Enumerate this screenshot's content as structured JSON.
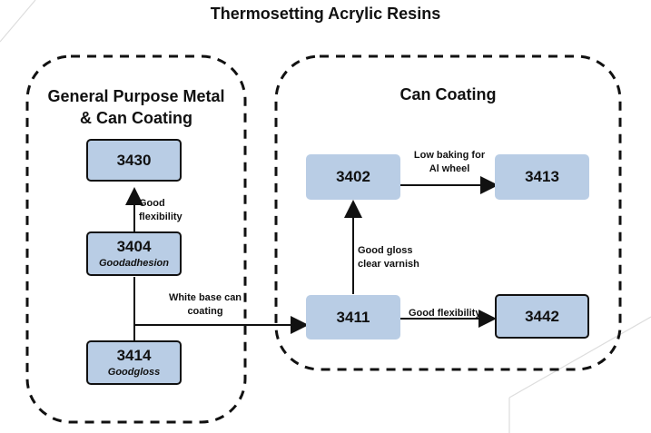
{
  "title": "Thermosetting Acrylic Resins",
  "groups": [
    {
      "title_line1": "General Purpose Metal",
      "title_line2": "& Can Coating"
    },
    {
      "title_line1": "Can Coating"
    }
  ],
  "nodes": {
    "n3430": {
      "id": "3430"
    },
    "n3404": {
      "id": "3404",
      "sub": "Goodadhesion"
    },
    "n3414": {
      "id": "3414",
      "sub": "Goodgloss"
    },
    "n3402": {
      "id": "3402"
    },
    "n3413": {
      "id": "3413"
    },
    "n3411": {
      "id": "3411"
    },
    "n3442": {
      "id": "3442"
    }
  },
  "edges": {
    "good_flex_left": {
      "line1": "Good",
      "line2": "flexibility"
    },
    "white_base": {
      "line1": "White base can",
      "line2": "coating"
    },
    "good_gloss": {
      "line1": "Good gloss",
      "line2": "clear varnish"
    },
    "low_baking": {
      "line1": "Low baking for",
      "line2": "Al wheel"
    },
    "good_flex_right": {
      "line1": "Good flexibility"
    }
  },
  "colors": {
    "node_fill": "#b9cde5",
    "stroke": "#111111",
    "background_line": "#d9d9d9"
  }
}
